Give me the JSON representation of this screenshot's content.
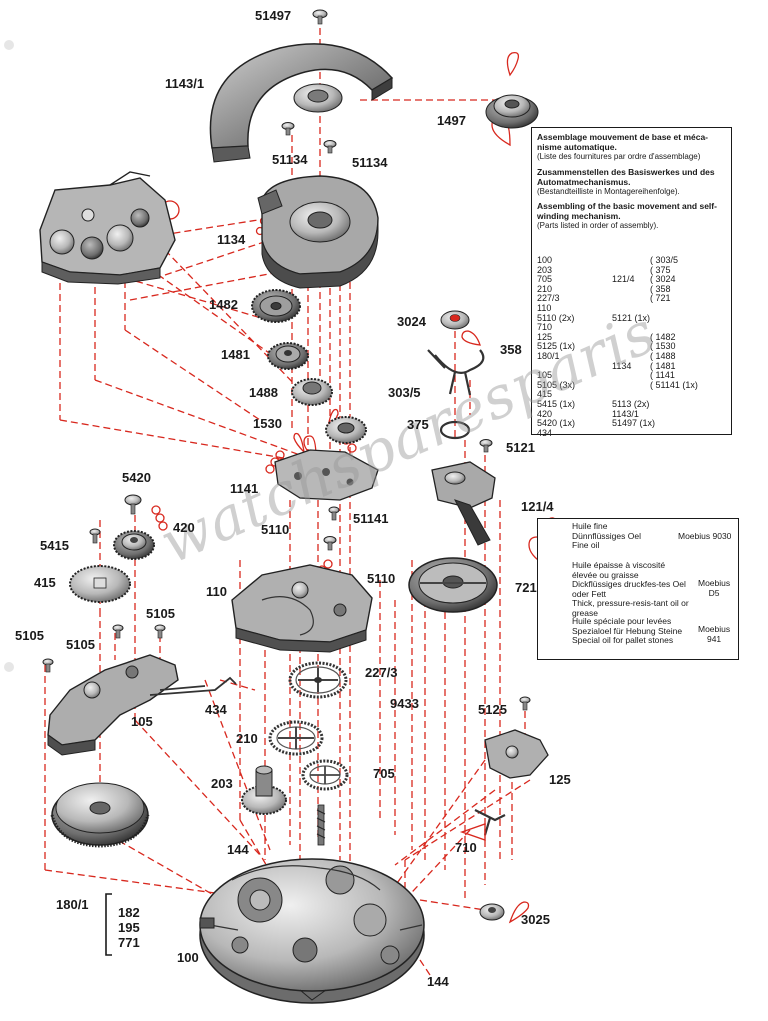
{
  "header_box": {
    "fr_title": "Assemblage mouvement de base et méca-nisme automatique.",
    "fr_sub": "(Liste des fournitures par ordre d'assemblage)",
    "de_title": "Zusammenstellen des Basiswerkes und des Automatmechanismus.",
    "de_sub": "(Bestandteilliste in Montagereihenfolge).",
    "en_title": "Assembling of the basic movement and self-winding mechanism.",
    "en_sub": "(Parts listed in order of assembly)."
  },
  "parts_order": {
    "col1": [
      "100",
      "203",
      "705",
      "210",
      "227/3",
      "110",
      "5110  (2x)",
      "710",
      "125",
      "5125  (1x)",
      "180/1",
      "",
      "105",
      "5105  (3x)",
      "415",
      "5415  (1x)",
      "420",
      "5420  (1x)",
      "434"
    ],
    "col2": [
      "",
      "",
      "121/4",
      "",
      "",
      "",
      "5121  (1x)",
      "",
      "",
      "",
      "",
      "1134",
      "",
      "",
      "",
      "5113 (2x)",
      "1143/1",
      "51497 (1x)",
      ""
    ],
    "col3": [
      "(    303/5",
      "(    375",
      "(    3024",
      "(    358",
      "(    721",
      "",
      "",
      "",
      "(    1482",
      "(    1530",
      "(    1488",
      "(    1481",
      "(    1141",
      "(    51141  (1x)",
      "",
      "",
      "",
      "",
      ""
    ]
  },
  "oil_legend": {
    "fine_oil": {
      "fr": "Huile fine",
      "de": "Dünnflüssiges Oel",
      "en": "Fine oil",
      "brand": "Moebius 9030"
    },
    "thick_oil": {
      "fr": "Huile épaisse à viscosité élevée ou graisse",
      "de": "Dickflüssiges druckfes-tes Oel oder Fett",
      "en": "Thick, pressure-resis-tant oil or grease",
      "brand": "Moebius",
      "code": "D5"
    },
    "pallet_oil": {
      "fr": "Huile spéciale pour levées",
      "de": "Spezialoel für Hebung Steine",
      "en": "Special oil for pallet stones",
      "brand": "Moebius",
      "code": "941"
    }
  },
  "watermark": "watchsparesparis",
  "part_labels": {
    "p51497": "51497",
    "p1143_1": "1143/1",
    "p1497": "1497",
    "p51134a": "51134",
    "p51134b": "51134",
    "p1134": "1134",
    "p1482": "1482",
    "p1481": "1481",
    "p1488": "1488",
    "p1530": "1530",
    "p1141": "1141",
    "p3024": "3024",
    "p358": "358",
    "p303_5": "303/5",
    "p375": "375",
    "p5121": "5121",
    "p121_4": "121/4",
    "p5420": "5420",
    "p420": "420",
    "p5110a": "5110",
    "p51141": "51141",
    "p5415": "5415",
    "p415": "415",
    "p110": "110",
    "p5110b": "5110",
    "p721": "721",
    "p5105a": "5105",
    "p5105b": "5105",
    "p5105c": "5105",
    "p227_3": "227/3",
    "p434": "434",
    "p105": "105",
    "p9433": "9433",
    "p5125": "5125",
    "p210": "210",
    "p705": "705",
    "p125": "125",
    "p203": "203",
    "p710": "710",
    "p144a": "144",
    "p180_1": "180/1",
    "p182": "182",
    "p195": "195",
    "p771": "771",
    "p3025": "3025",
    "p100": "100",
    "p144b": "144"
  },
  "colors": {
    "ink": "#1a1a1a",
    "red": "#d8281e",
    "paper": "#ffffff",
    "metal_light": "#c9c9c9",
    "metal_mid": "#9a9a9a",
    "metal_dark": "#4a4a4a"
  }
}
